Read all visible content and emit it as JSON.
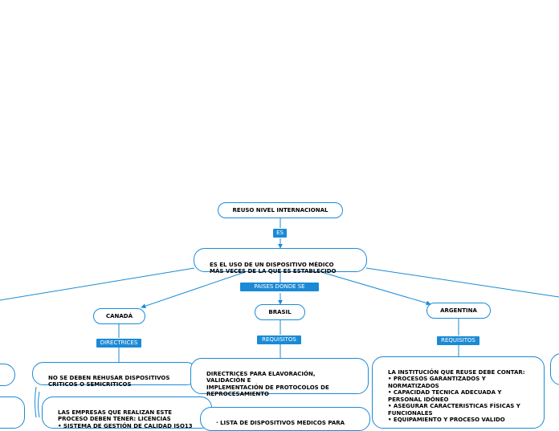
{
  "root": {
    "label": "REUSO NIVEL INTERNACIONAL"
  },
  "link_es": "ES",
  "definition": {
    "label": "ES EL USO DE UN DISPOSITIVO MÉDICO\nMÁS VECES DE LA QUE ES ESTABLECIDO"
  },
  "link_paises": "PAISES DONDE SE EMPLEA",
  "countries": {
    "canada": {
      "name": "CANADÁ",
      "link": "DIRECTRICES",
      "items": [
        "NO SE DEBEN REHUSAR DISPOSITIVOS\nCRITICOS O SEMICRITICOS",
        "LAS EMPRESAS QUE REALIZAN ESTE\nPROCESO DEBEN TENER: LICENCIAS\n• SISTEMA DE GESTIÓN DE CALIDAD ISO13"
      ]
    },
    "brasil": {
      "name": "BRASIL",
      "link": "REQUISITOS",
      "items": [
        "DIRECTRICES PARA ELAVORACIÓN,\nVALIDACIÓN E\nIMPLEMENTACIÓN DE PROTOCOLOS DE\nREPROCESAMIENTO",
        "· LISTA DE DISPOSITIVOS MEDICOS PARA"
      ]
    },
    "argentina": {
      "name": "ARGENTINA",
      "link": "REQUISITOS",
      "items": [
        "LA INSTITUCIÓN QUE REUSE DEBE CONTAR:\n• PROCESOS GARANTIZADOS Y\nNORMATIZADOS\n• CAPACIDAD TECNICA ADECUADA Y\nPERSONAL IDÓNEO\n• ASEGURAR CARACTERISTICAS FÍSICAS Y\nFUNCIONALES\n• EQUIPAMIENTO Y PROCESO VALIDO"
      ]
    }
  },
  "colors": {
    "stroke": "#1b8ad6",
    "label_fill": "#1b8ad6",
    "node_fill": "#ffffff"
  }
}
